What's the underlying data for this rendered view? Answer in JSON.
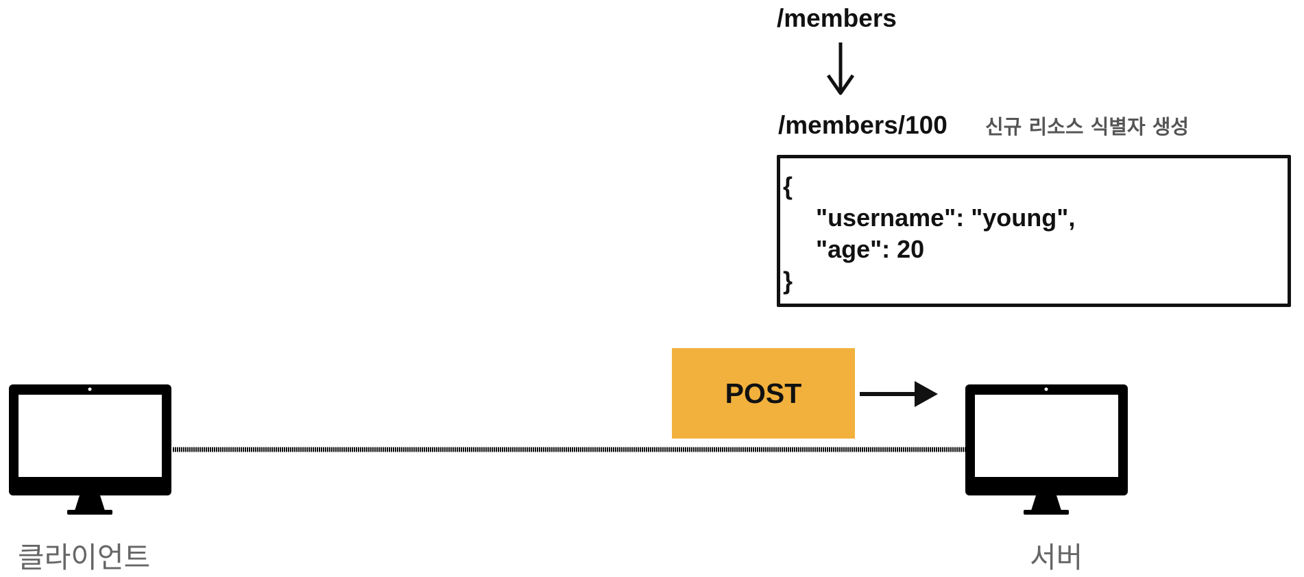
{
  "resource": {
    "collection_path": "/members",
    "created_path": "/members/100",
    "note": "신규 리소스 식별자 생성"
  },
  "json_body": {
    "open_brace": "{",
    "line1": "\"username\": \"young\",",
    "line2": "\"age\": 20",
    "close_brace": "}"
  },
  "request": {
    "method": "POST",
    "method_color": "#f2b13d"
  },
  "nodes": {
    "client": "클라이언트",
    "server": "서버"
  },
  "icons": [
    "monitor-icon",
    "arrow-down-icon",
    "arrow-right-icon"
  ]
}
